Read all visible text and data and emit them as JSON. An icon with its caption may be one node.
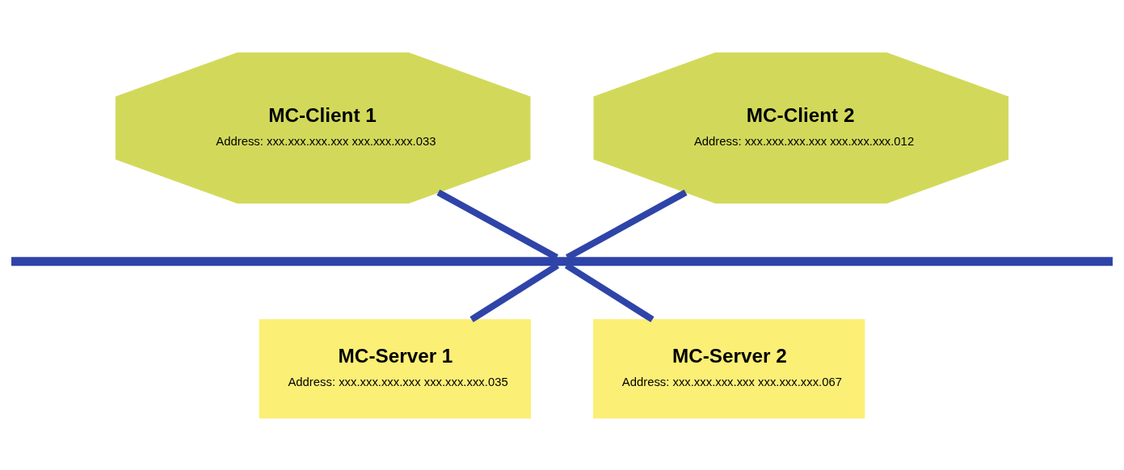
{
  "diagram": {
    "nodes": [
      {
        "text": [
          "MC-Client 1",
          "Address: xxx.xxx.xxx.xxx xxx.xxx.xxx.033"
        ]
      },
      {
        "text": [
          "MC-Client 2",
          "Address: xxx.xxx.xxx.xxx xxx.xxx.xxx.012"
        ]
      },
      {
        "text": [],
        "shape": "bar"
      },
      {
        "text": [
          "MC-Server 1",
          "Address: xxx.xxx.xxx.xxx xxx.xxx.xxx.035"
        ]
      },
      {
        "text": [
          "MC-Server 2",
          "Address: xxx.xxx.xxx.xxx xxx.xxx.xxx.067"
        ]
      }
    ],
    "edges": [
      {
        "from": 0,
        "to": 2,
        "arrow": "none"
      },
      {
        "from": 1,
        "to": 2,
        "arrow": "none"
      },
      {
        "from": 2,
        "to": 3,
        "arrow": "none"
      },
      {
        "from": 2,
        "to": 4,
        "arrow": "none"
      }
    ]
  }
}
